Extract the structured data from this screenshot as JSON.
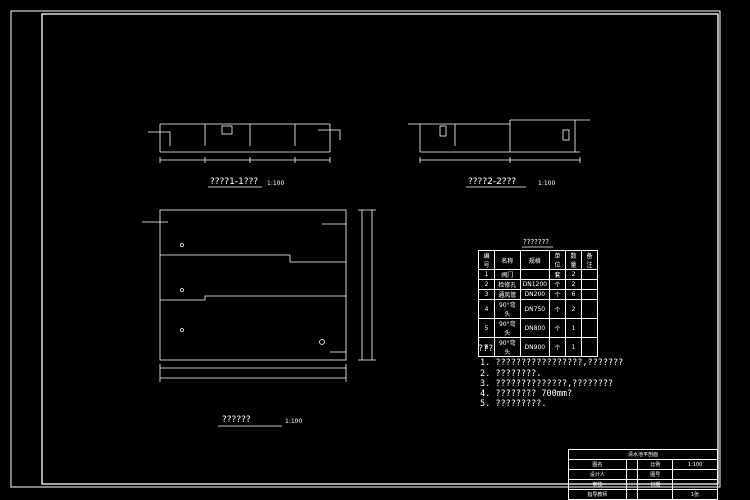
{
  "section_1": {
    "title": "????1-1???",
    "scale": "1:100"
  },
  "section_2": {
    "title": "????2-2???",
    "scale": "1:100"
  },
  "plan": {
    "title": "??????",
    "scale": "1:100"
  },
  "materials": {
    "title": "???????",
    "headers": [
      "编号",
      "名称",
      "规格",
      "单位",
      "数量",
      "备注"
    ],
    "rows": [
      [
        "1",
        "阀门",
        "",
        "套",
        "2",
        ""
      ],
      [
        "2",
        "检修孔",
        "DN1200",
        "个",
        "2",
        ""
      ],
      [
        "3",
        "通风管",
        "DN200",
        "个",
        "6",
        ""
      ],
      [
        "4",
        "90°弯头",
        "DN750",
        "个",
        "2",
        ""
      ],
      [
        "5",
        "90°弯头",
        "DN800",
        "个",
        "1",
        ""
      ],
      [
        "6",
        "90°弯头",
        "DN900",
        "个",
        "1",
        ""
      ]
    ]
  },
  "notes": {
    "heading": "???",
    "items": [
      "1. ?????????????????,???????",
      "2. ????????.",
      "3. ??????????????,????????",
      "4. ????????  700mm?",
      "5. ?????????."
    ]
  },
  "title_block": {
    "drawing_name": "清水池平剖面",
    "rows": [
      [
        "图名",
        "",
        "比例",
        "1:100"
      ],
      [
        "设计人",
        "",
        "图号",
        ""
      ],
      [
        "审核",
        "",
        "日期",
        ""
      ],
      [
        "指导教师",
        "",
        "",
        "1张"
      ]
    ]
  }
}
